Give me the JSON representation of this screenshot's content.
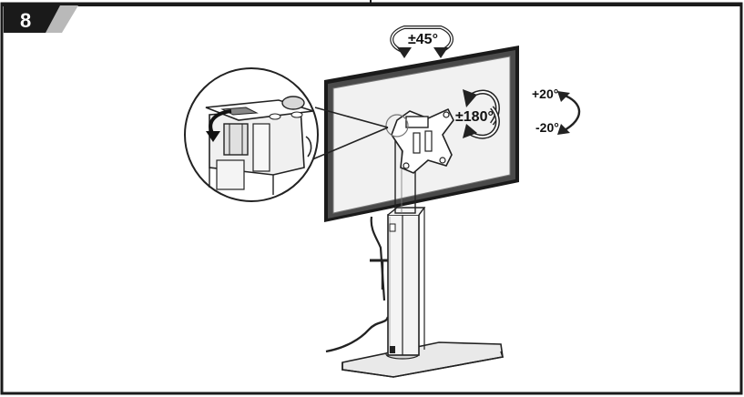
{
  "step": {
    "number": "8"
  },
  "labels": {
    "swivel": "±45°",
    "rotation": "±180°",
    "tilt_up": "+20°",
    "tilt_down": "-20°"
  },
  "colors": {
    "frame": "#1a1a1a",
    "line": "#222222",
    "screen_fill": "#f1f1f1",
    "tab_gray": "#b9b9b9"
  }
}
